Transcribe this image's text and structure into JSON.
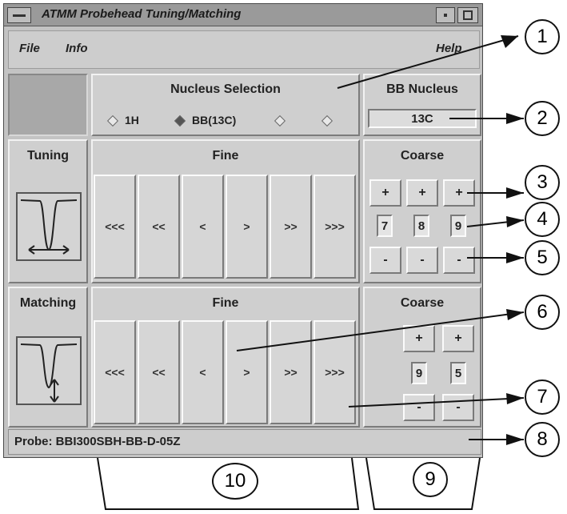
{
  "window": {
    "title": "ATMM Probehead Tuning/Matching"
  },
  "menu": {
    "file": "File",
    "info": "Info",
    "help": "Help"
  },
  "nucleus_selection": {
    "title": "Nucleus Selection",
    "options": [
      {
        "label": "1H",
        "selected": false
      },
      {
        "label": "BB(13C)",
        "selected": true
      },
      {
        "label": "",
        "selected": false
      },
      {
        "label": "",
        "selected": false
      }
    ]
  },
  "bb_nucleus": {
    "title": "BB Nucleus",
    "value": "13C"
  },
  "tuning": {
    "label": "Tuning",
    "fine_title": "Fine",
    "fine_buttons": [
      "<<<",
      "<<",
      "<",
      ">",
      ">>",
      ">>>"
    ],
    "coarse_title": "Coarse",
    "plus": [
      "+",
      "+",
      "+"
    ],
    "values": [
      "7",
      "8",
      "9"
    ],
    "minus": [
      "-",
      "-",
      "-"
    ]
  },
  "matching": {
    "label": "Matching",
    "fine_title": "Fine",
    "fine_buttons": [
      "<<<",
      "<<",
      "<",
      ">",
      ">>",
      ">>>"
    ],
    "coarse_title": "Coarse",
    "plus": [
      "+",
      "+"
    ],
    "values": [
      "9",
      "5"
    ],
    "minus": [
      "-",
      "-"
    ]
  },
  "status": {
    "probe": "Probe: BBI300SBH-BB-D-05Z"
  },
  "callouts": [
    "1",
    "2",
    "3",
    "4",
    "5",
    "6",
    "7",
    "8",
    "9",
    "10"
  ]
}
